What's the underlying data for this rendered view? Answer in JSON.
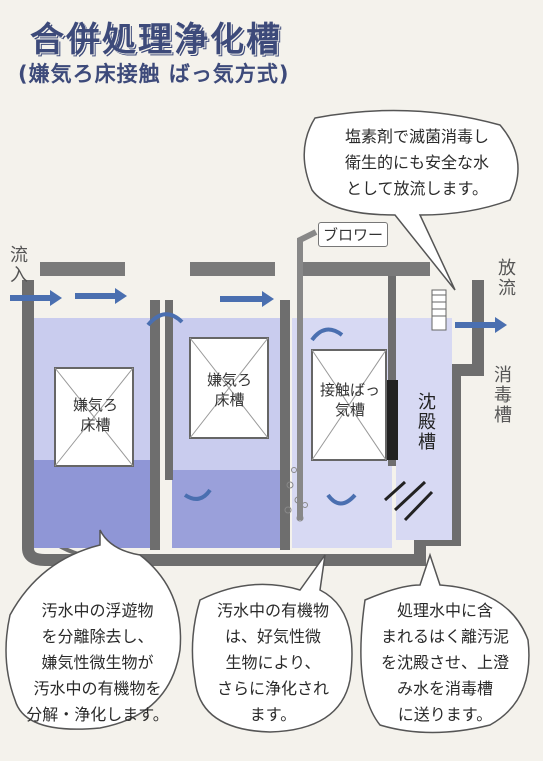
{
  "title": "合併処理浄化槽",
  "subtitle": "(嫌気ろ床接触 ばっ気方式)",
  "labels": {
    "inflow": "流入",
    "outflow": "放流",
    "blower": "ブロワー",
    "disinfection": "消毒槽",
    "sedimentation": "沈殿槽",
    "tank1": "嫌気ろ床槽",
    "tank2": "嫌気ろ床槽",
    "tank3": "接触ばっ気槽"
  },
  "bubbles": {
    "top": [
      "塩素剤で滅菌消毒し",
      "衛生的にも安全な水",
      "として放流します。"
    ],
    "left": [
      "汚水中の浮遊物",
      "を分離除去し、",
      "嫌気性微生物が",
      "汚水中の有機物を",
      "分解・浄化します。"
    ],
    "middle": [
      "汚水中の有機物",
      "は、好気性微",
      "生物により、",
      "さらに浄化され",
      "ます。"
    ],
    "right": [
      "処理水中に含",
      "まれるはく離汚泥",
      "を沈殿させ、上澄",
      "み水を消毒槽",
      "に送ります。"
    ]
  },
  "colors": {
    "water": "#b8bde6",
    "water_deep": "#8f96d6",
    "tank_wall": "#6e6e6e",
    "accent": "#3d4a7a",
    "arrow": "#4a6fb0"
  }
}
